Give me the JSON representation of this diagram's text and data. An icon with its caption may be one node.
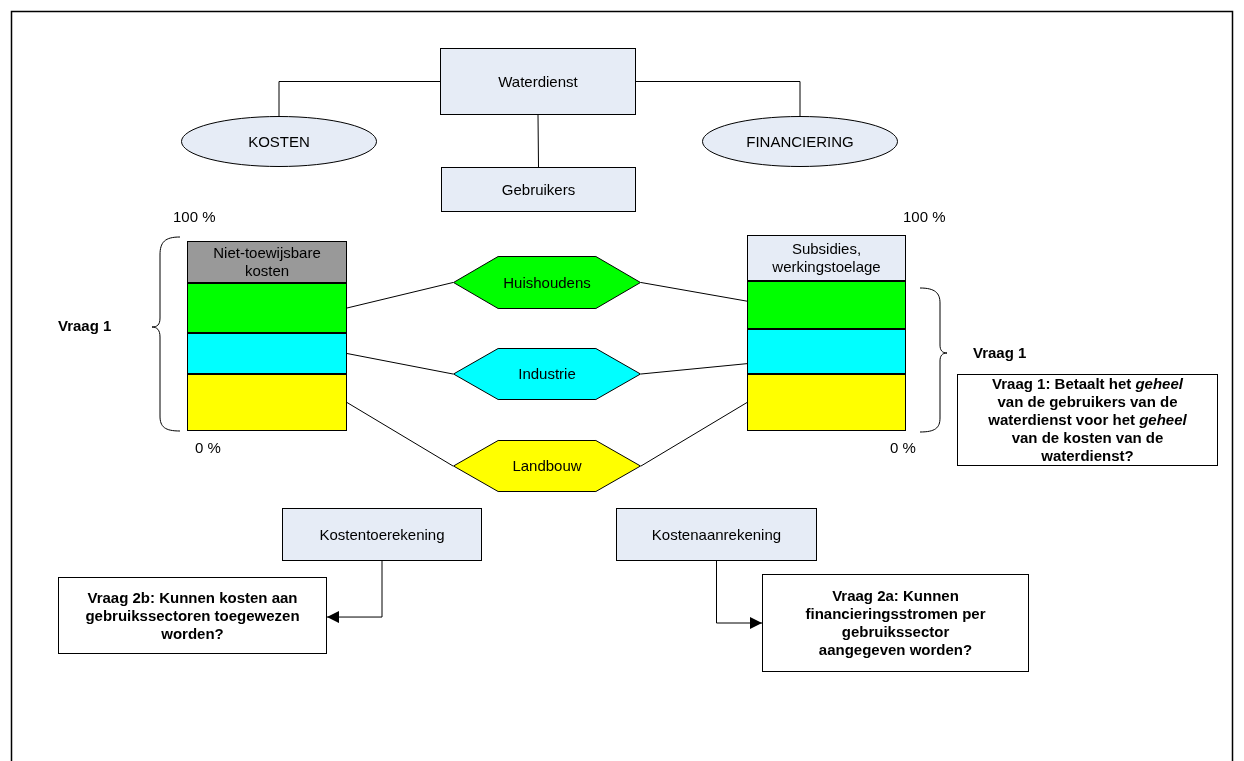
{
  "diagram": {
    "nodes": [
      {
        "text": [
          "Waterdienst"
        ]
      },
      {
        "text": [
          "KOSTEN"
        ]
      },
      {
        "text": [
          "FINANCIERING"
        ]
      },
      {
        "text": [
          "Gebruikers"
        ]
      },
      {
        "text": [
          "Niet-toewijsbare kosten"
        ]
      },
      {
        "text": [],
        "shape": "box"
      },
      {
        "text": [],
        "shape": "box"
      },
      {
        "text": [],
        "shape": "box"
      },
      {
        "text": [
          "Huishoudens"
        ]
      },
      {
        "text": [
          "Industrie"
        ]
      },
      {
        "text": [
          "Landbouw"
        ]
      },
      {
        "text": [
          "Subsidies, werkingstoelage"
        ]
      },
      {
        "text": [],
        "shape": "box"
      },
      {
        "text": [],
        "shape": "box"
      },
      {
        "text": [],
        "shape": "box"
      },
      {
        "text": [
          "Vraag 1: Betaalt het *geheel* van de gebruikers van de waterdienst voor het *geheel* van de kosten van de waterdienst?"
        ]
      },
      {
        "text": [
          "Kostentoerekening"
        ]
      },
      {
        "text": [
          "Kostenaanrekening"
        ]
      },
      {
        "text": [
          "Vraag 2b: Kunnen kosten aan gebruikssectoren toegewezen  worden?"
        ]
      },
      {
        "text": [
          "Vraag 2a: Kunnen financieringsstromen per gebruikssector aangegeven worden?"
        ]
      }
    ],
    "edges": [
      {
        "from": 0,
        "to": 1,
        "arrow": "none"
      },
      {
        "from": 0,
        "to": 2,
        "arrow": "none"
      },
      {
        "from": 0,
        "to": 3,
        "arrow": "none"
      },
      {
        "from": 5,
        "to": 8,
        "arrow": "none"
      },
      {
        "from": 8,
        "to": 12,
        "arrow": "none"
      },
      {
        "from": 6,
        "to": 9,
        "arrow": "none"
      },
      {
        "from": 9,
        "to": 13,
        "arrow": "none"
      },
      {
        "from": 7,
        "to": 10,
        "arrow": "none"
      },
      {
        "from": 10,
        "to": 14,
        "arrow": "none"
      },
      {
        "from": 16,
        "to": 18,
        "arrow": "to"
      },
      {
        "from": 17,
        "to": 19,
        "arrow": "to"
      }
    ],
    "labels": [
      "100 %",
      "100 %",
      "Vraag 1",
      "Vraag 1",
      "0 %",
      "0 %"
    ]
  }
}
